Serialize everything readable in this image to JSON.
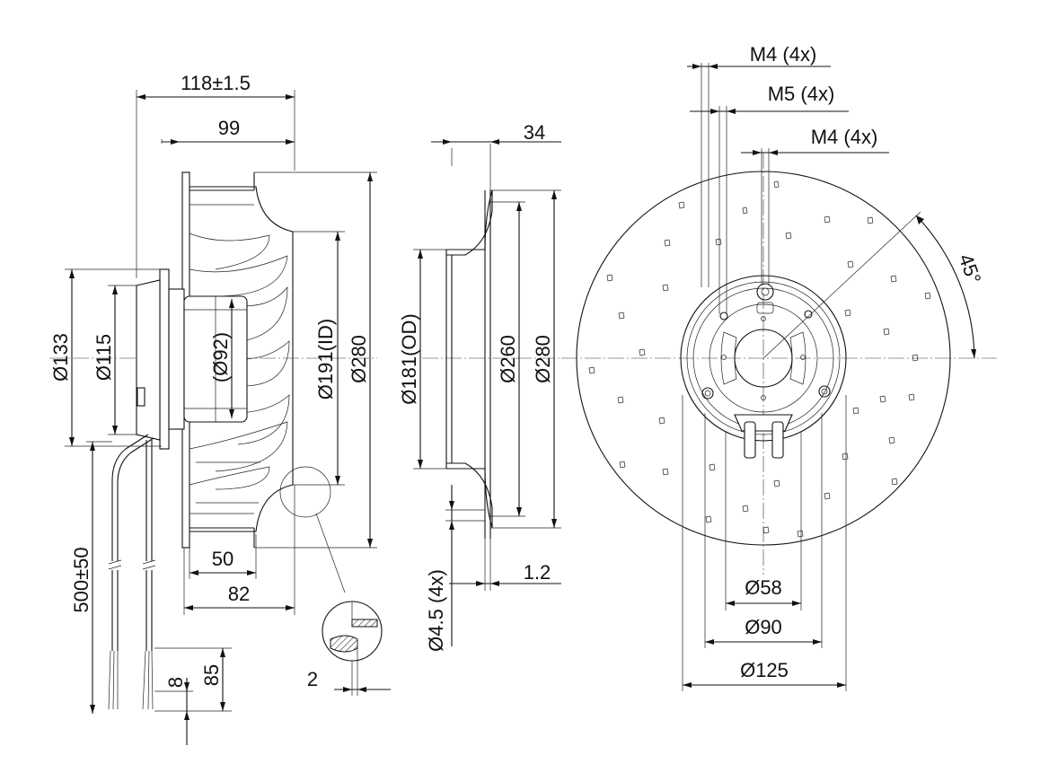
{
  "drawing": {
    "side_view": {
      "overall_length": "118±1.5",
      "impeller_depth": "99",
      "diameter_133": "Ø133",
      "diameter_115": "Ø115",
      "diameter_92": "(Ø92)",
      "inlet_id": "Ø191(ID)",
      "outer_diameter": "Ø280",
      "dim_50": "50",
      "dim_82": "82",
      "cable_length": "500±50",
      "strip_8": "8",
      "strip_85": "85",
      "detail_2": "2"
    },
    "inlet_ring": {
      "depth": "34",
      "od": "Ø181(OD)",
      "d260": "Ø260",
      "d280": "Ø280",
      "holes": "Ø4.5 (4x)",
      "thickness": "1.2"
    },
    "front_view": {
      "thread_m4_top": "M4 (4x)",
      "thread_m5": "M5 (4x)",
      "thread_m4_mid": "M4 (4x)",
      "angle": "45°",
      "d58": "Ø58",
      "d90": "Ø90",
      "d125": "Ø125"
    }
  }
}
